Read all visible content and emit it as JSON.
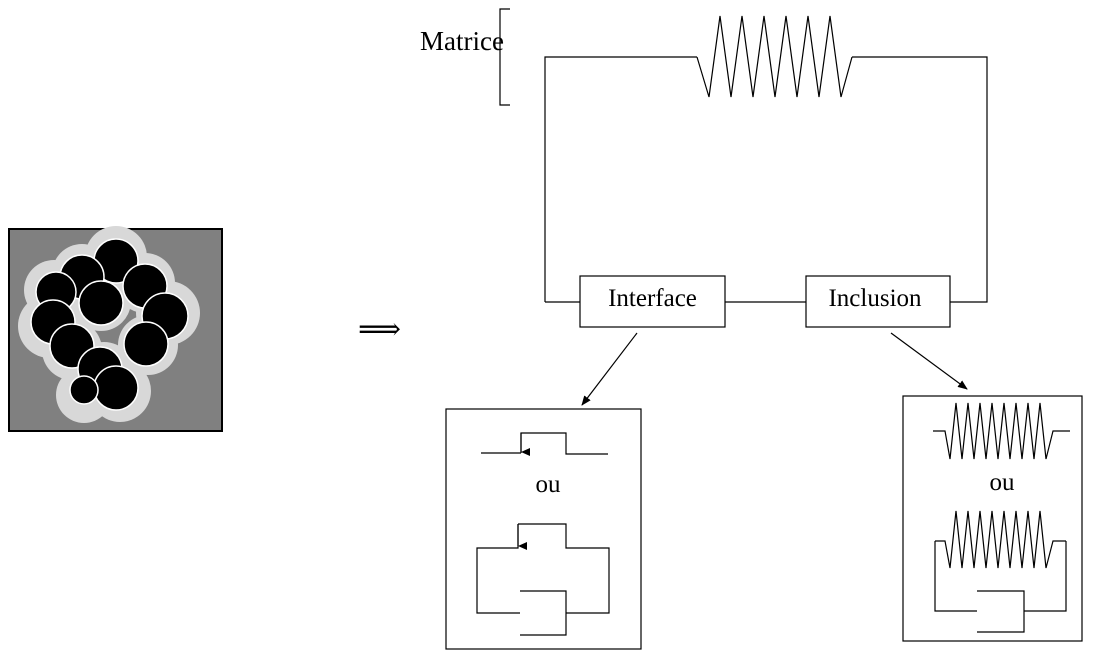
{
  "labels": {
    "matrix": "Matrice",
    "interface": "Interface",
    "inclusion": "Inclusion",
    "or_interface": "ou",
    "or_inclusion": "ou",
    "implies": "⟹"
  },
  "colors": {
    "line": "#000000",
    "cell_background": "#808080",
    "coating": "#d8d8d8",
    "particle": "#000000",
    "page": "#ffffff"
  },
  "icons": {
    "implies": "long-double-arrow-icon",
    "resistor": "zigzag-resistor-icon",
    "switch": "step-switch-icon"
  }
}
